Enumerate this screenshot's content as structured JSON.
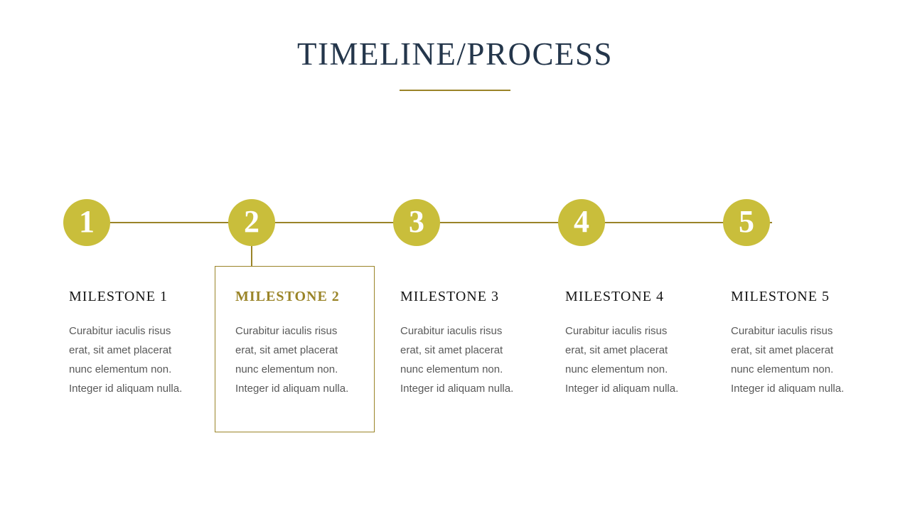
{
  "slide": {
    "title": "TIMELINE/PROCESS"
  },
  "colors": {
    "accent_gold": "#C9BE3B",
    "line_gold": "#9A8428",
    "title_navy": "#24364B",
    "heading_dark": "#141414",
    "body_gray": "#595959",
    "background": "#FFFFFF"
  },
  "timeline": {
    "steps": [
      {
        "number": "1",
        "title": "MILESTONE 1",
        "highlighted": false,
        "lines": [
          "Curabitur iaculis risus",
          "erat, sit amet placerat",
          "nunc elementum non.",
          "Integer id aliquam nulla."
        ]
      },
      {
        "number": "2",
        "title": "MILESTONE 2",
        "highlighted": true,
        "lines": [
          "Curabitur iaculis risus",
          "erat, sit amet placerat",
          "nunc elementum non.",
          "Integer id aliquam nulla."
        ]
      },
      {
        "number": "3",
        "title": "MILESTONE 3",
        "highlighted": false,
        "lines": [
          "Curabitur iaculis risus",
          "erat, sit amet placerat",
          "nunc elementum non.",
          "Integer id aliquam nulla."
        ]
      },
      {
        "number": "4",
        "title": "MILESTONE 4",
        "highlighted": false,
        "lines": [
          "Curabitur iaculis risus",
          "erat, sit amet placerat",
          "nunc elementum non.",
          "Integer id aliquam nulla."
        ]
      },
      {
        "number": "5",
        "title": "MILESTONE 5",
        "highlighted": false,
        "lines": [
          "Curabitur iaculis risus",
          "erat, sit amet placerat",
          "nunc elementum non.",
          "Integer id aliquam nulla."
        ]
      }
    ]
  }
}
